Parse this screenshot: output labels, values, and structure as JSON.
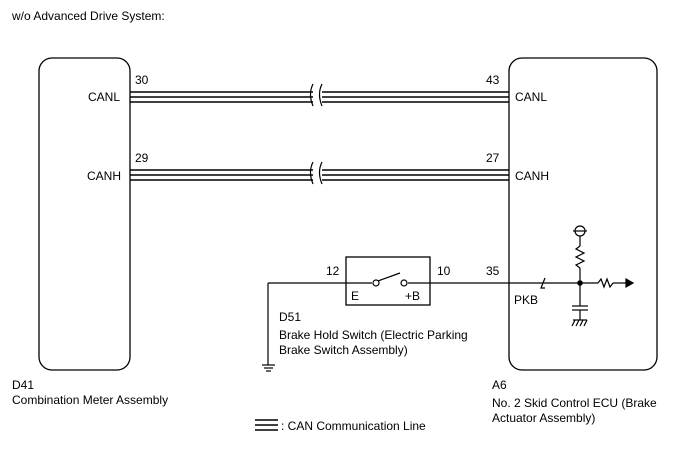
{
  "header": {
    "caption": "w/o Advanced Drive System:"
  },
  "left_unit": {
    "code": "D41",
    "name": "Combination Meter Assembly",
    "pins": [
      {
        "signal": "CANL",
        "number": "30"
      },
      {
        "signal": "CANH",
        "number": "29"
      }
    ]
  },
  "right_unit": {
    "code": "A6",
    "name_line1": "No. 2 Skid Control ECU (Brake",
    "name_line2": "Actuator Assembly)",
    "pins": [
      {
        "signal": "CANL",
        "number": "43"
      },
      {
        "signal": "CANH",
        "number": "27"
      },
      {
        "signal": "PKB",
        "number": "35"
      }
    ]
  },
  "switch": {
    "code": "D51",
    "name_line1": "Brake Hold Switch (Electric Parking",
    "name_line2": "Brake Switch Assembly)",
    "left_pin": "12",
    "right_pin": "10",
    "terminal_left": "E",
    "terminal_right": "+B"
  },
  "legend": {
    "label": ": CAN Communication Line"
  }
}
